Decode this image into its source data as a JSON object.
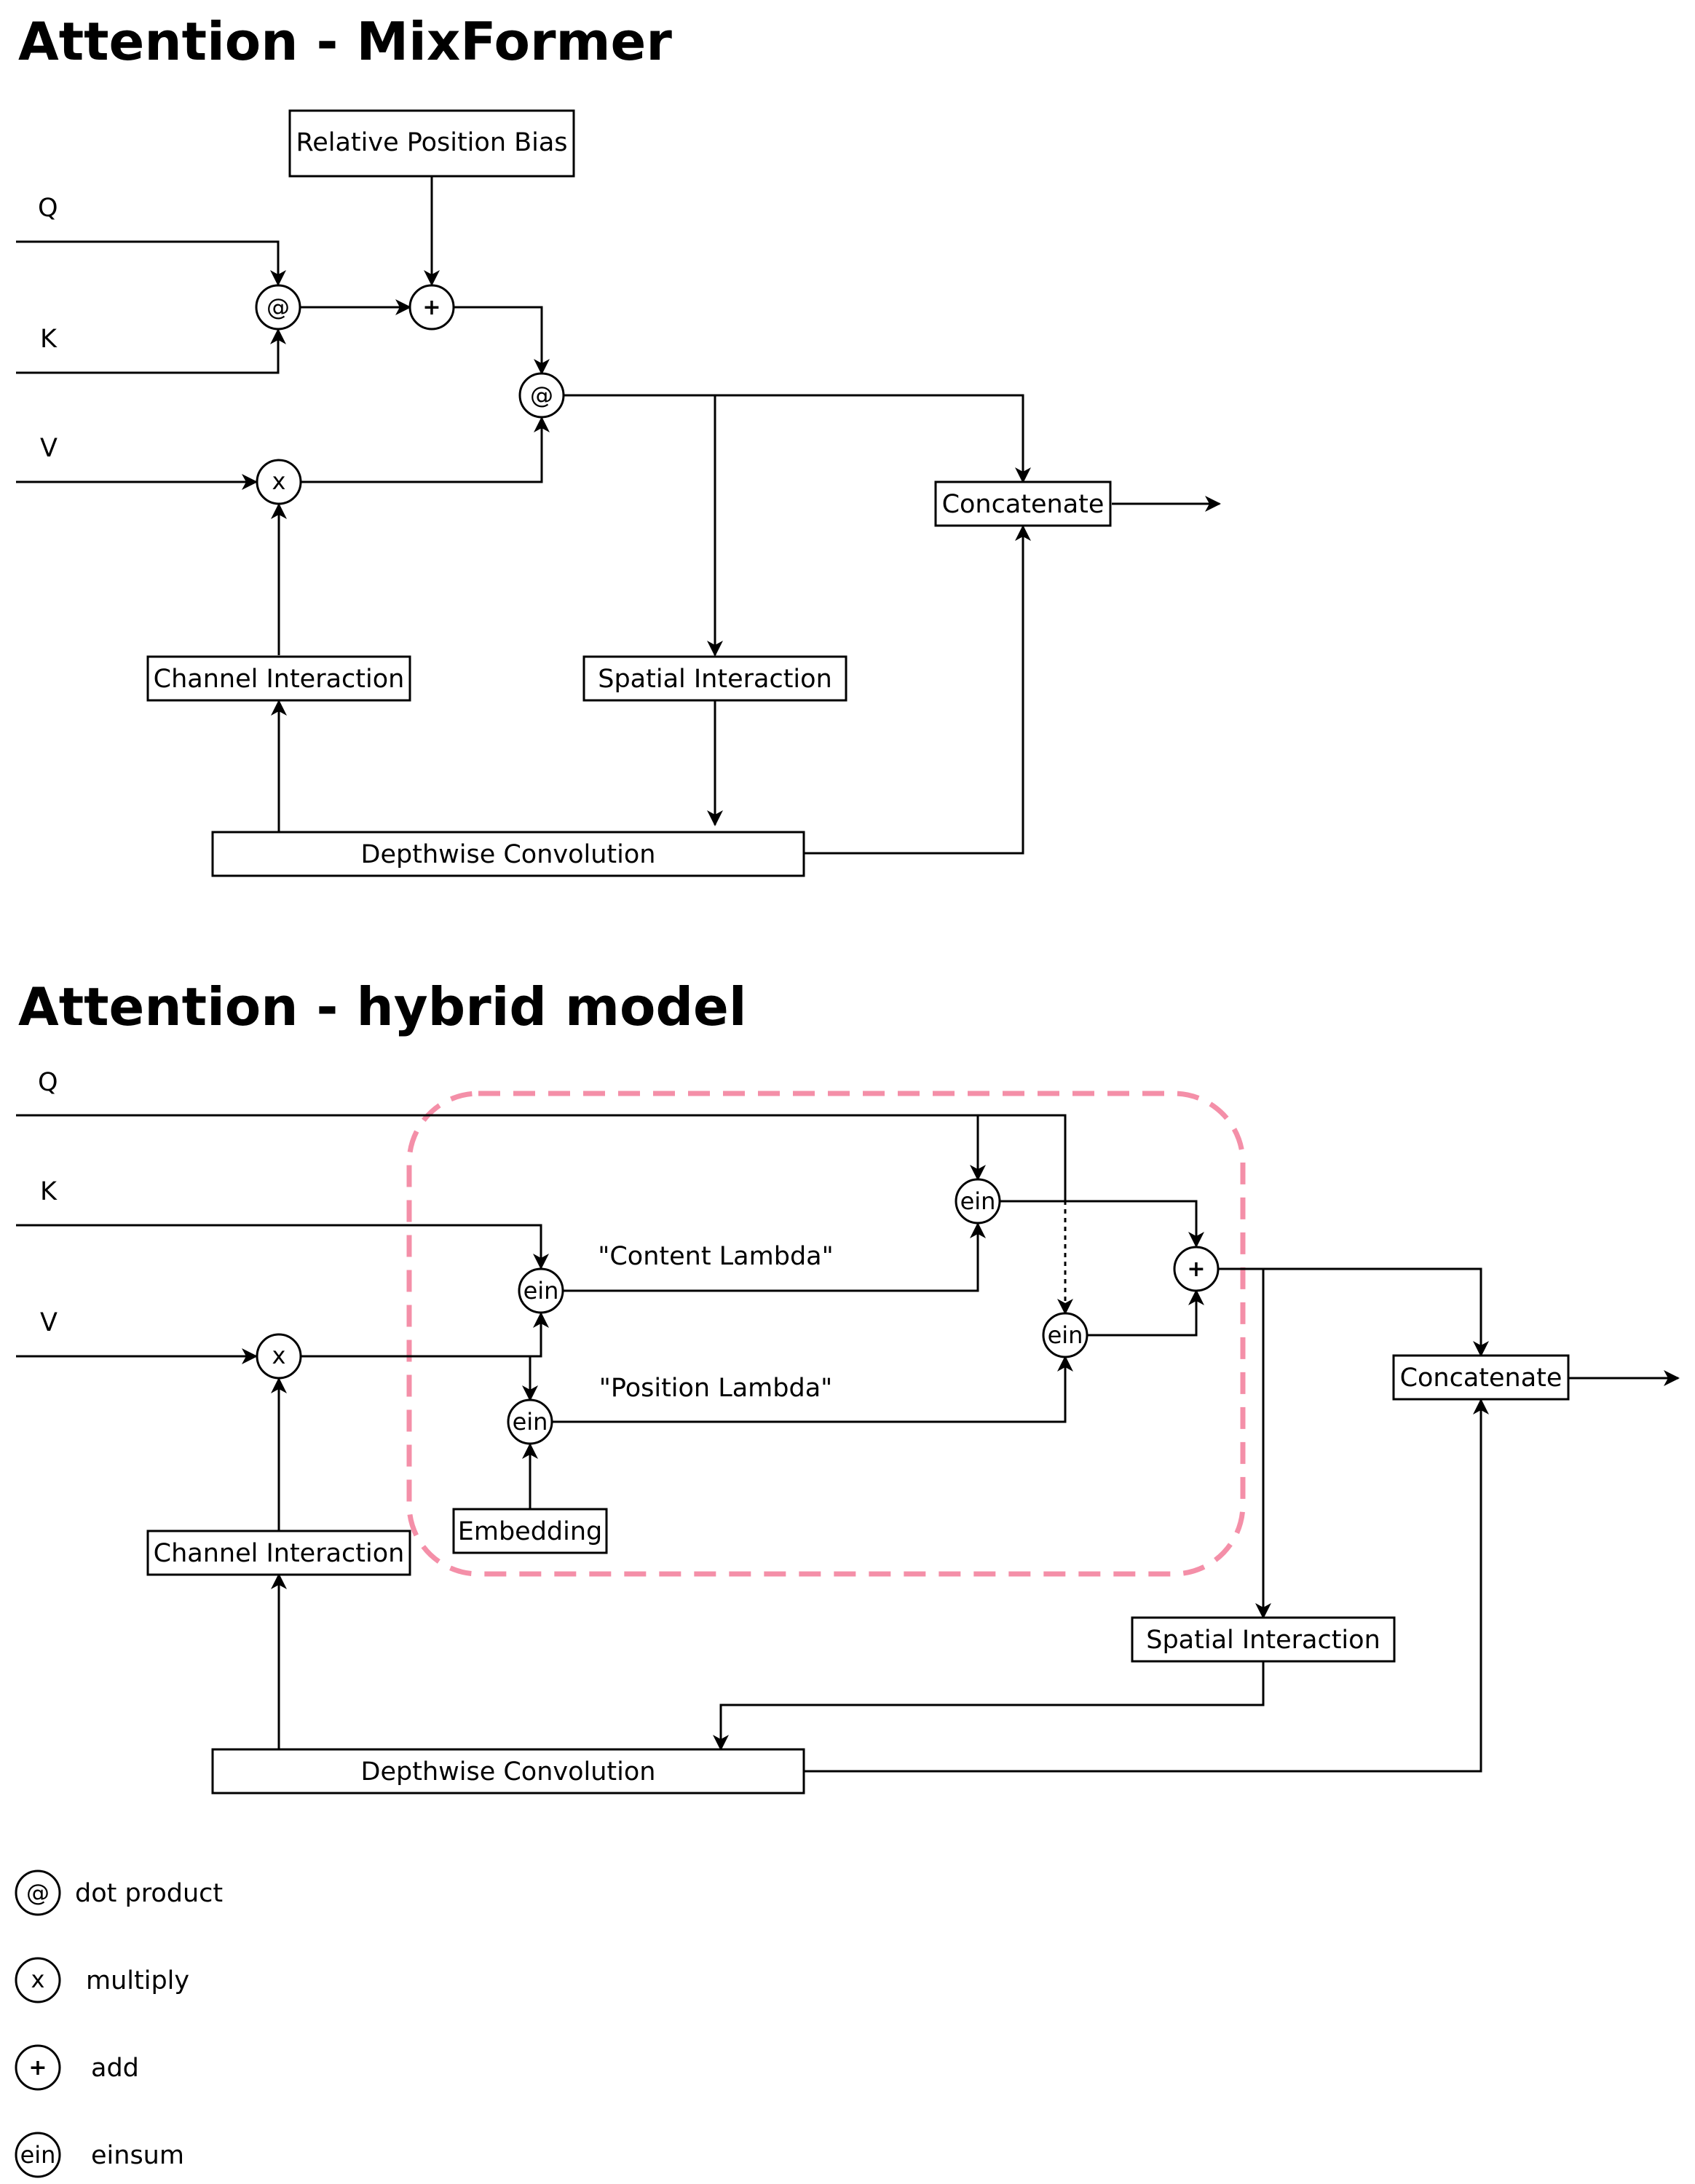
{
  "mixformer": {
    "title": "Attention - MixFormer",
    "inputs": {
      "q": "Q",
      "k": "K",
      "v": "V"
    },
    "relative_position_bias": "Relative Position Bias",
    "concatenate": "Concatenate",
    "channel_interaction": "Channel Interaction",
    "spatial_interaction": "Spatial Interaction",
    "depthwise_convolution": "Depthwise Convolution",
    "symbols": {
      "dot": "@",
      "mul": "x",
      "add": "+"
    }
  },
  "hybrid": {
    "title": "Attention - hybrid model",
    "inputs": {
      "q": "Q",
      "k": "K",
      "v": "V"
    },
    "content_lambda": "\"Content Lambda\"",
    "position_lambda": "\"Position Lambda\"",
    "embedding": "Embedding",
    "concatenate": "Concatenate",
    "channel_interaction": "Channel Interaction",
    "spatial_interaction": "Spatial Interaction",
    "depthwise_convolution": "Depthwise Convolution",
    "symbols": {
      "ein": "ein",
      "mul": "x",
      "add": "+"
    },
    "highlight_color": "#f48fa8"
  },
  "legend": [
    {
      "symbol": "@",
      "text": "dot product"
    },
    {
      "symbol": "x",
      "text": "multiply"
    },
    {
      "symbol": "+",
      "text": "add"
    },
    {
      "symbol": "ein",
      "text": "einsum"
    }
  ]
}
